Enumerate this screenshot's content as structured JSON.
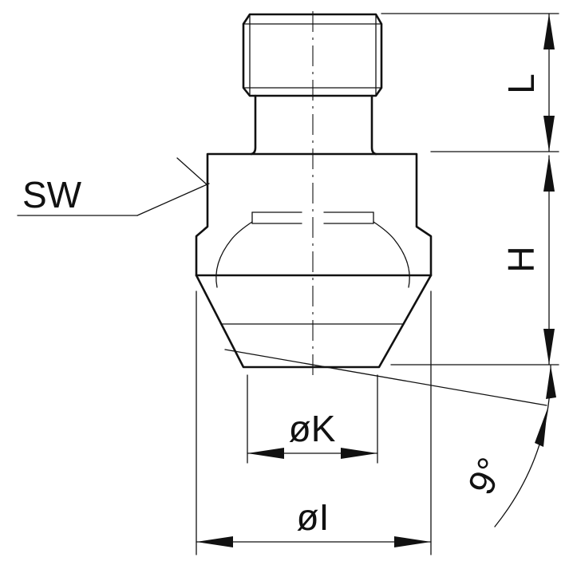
{
  "labels": {
    "sw": "SW",
    "l": "L",
    "h": "H",
    "k": "øK",
    "i": "øI",
    "angle": "9°"
  },
  "colors": {
    "line": "#111111",
    "background": "#ffffff"
  }
}
